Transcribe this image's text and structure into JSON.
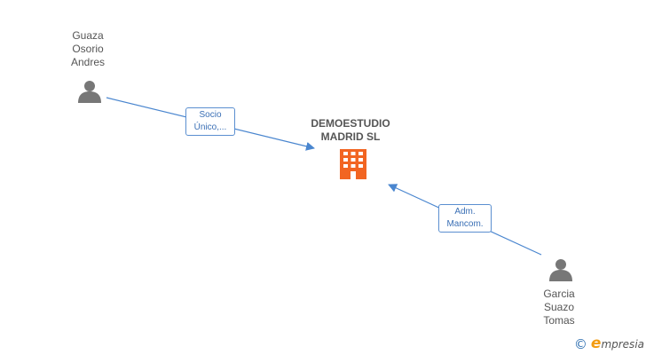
{
  "nodes": {
    "guaza": {
      "name_lines": [
        "Guaza",
        "Osorio",
        "Andres"
      ],
      "icon": "person-icon"
    },
    "garcia": {
      "name_lines": [
        "Garcia",
        "Suazo",
        "Tomas"
      ],
      "icon": "person-icon"
    },
    "company": {
      "name_lines": [
        "DEMOESTUDIO",
        "MADRID SL"
      ],
      "icon": "building-icon"
    }
  },
  "edges": [
    {
      "from": "guaza",
      "to": "company",
      "label_lines": [
        "Socio",
        "Único,..."
      ]
    },
    {
      "from": "garcia",
      "to": "company",
      "label_lines": [
        "Adm.",
        "Mancom."
      ]
    }
  ],
  "footer": {
    "copyright_symbol": "©",
    "brand_initial": "e",
    "brand_rest": "mpresia"
  },
  "colors": {
    "edge": "#4a86cf",
    "person": "#777777",
    "building": "#f26522",
    "label_border": "#5b8fd0"
  }
}
